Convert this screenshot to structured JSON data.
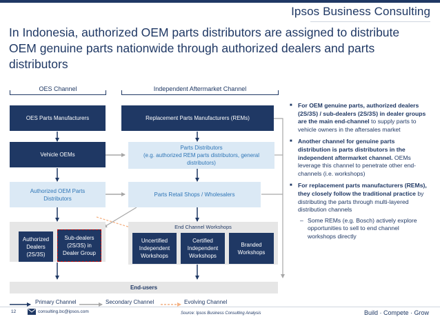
{
  "brand": {
    "name": "Ipsos Business Consulting"
  },
  "title": "In Indonesia, authorized OEM parts distributors are assigned to distribute OEM genuine parts nationwide through authorized dealers and parts distributors",
  "headers": {
    "oes_channel": "OES Channel",
    "iam_channel": "Independent Aftermarket Channel"
  },
  "nodes": {
    "oes_manufacturers": "OES Parts Manufacturers",
    "rems": "Replacement Parts Manufacturers (REMs)",
    "vehicle_oems": "Vehicle OEMs",
    "parts_distributors_title": "Parts Distributors",
    "parts_distributors_note": "(e.g. authorized REM parts distributors, general distributors)",
    "authorized_oem_distributors": "Authorized OEM Parts Distributors",
    "retail_shops": "Parts Retail Shops / Wholesalers",
    "authorized_dealers": "Authorized Dealers (2S/3S)",
    "sub_dealers": "Sub-dealers (2S/3S) in Dealer Group",
    "end_channel_workshops": "End Channel Workshops",
    "uncertified": "Uncertified Independent Workshops",
    "certified": "Certified Independent Workshops",
    "branded": "Branded Workshops",
    "end_users": "End-users"
  },
  "bullets": [
    {
      "strong": "For OEM genuine parts, authorized dealers (2S/3S) / sub-dealers (2S/3S) in dealer groups are the main end-channel",
      "rest": " to supply parts to vehicle owners in the aftersales market"
    },
    {
      "strong": "Another channel for genuine parts distribution is parts distributors in the independent aftermarket channel.",
      "rest": " OEMs leverage this channel to penetrate other end-channels (i.e. workshops)"
    },
    {
      "strong": "For replacement parts manufacturers (REMs), they closely follow the traditional practice",
      "rest": " by distributing the parts through multi-layered distribution channels",
      "sub": "Some REMs (e.g. Bosch) actively explore opportunities to sell to end channel workshops directly"
    }
  ],
  "legend": {
    "primary": "Primary Channel",
    "secondary": "Secondary Channel",
    "evolving": "Evolving Channel"
  },
  "footer": {
    "page_number": "12",
    "email": "consulting.bc@ipsos.com",
    "source": "Source: Ipsos Business Consulting Analysis",
    "tagline": "Build · Compete · Grow"
  },
  "colors": {
    "dark_navy": "#1f3864",
    "light_blue": "#dbe9f5",
    "gray_panel": "#e6e6e6",
    "evolving_orange": "#f4b183",
    "secondary_gray": "#a6a6a6"
  }
}
